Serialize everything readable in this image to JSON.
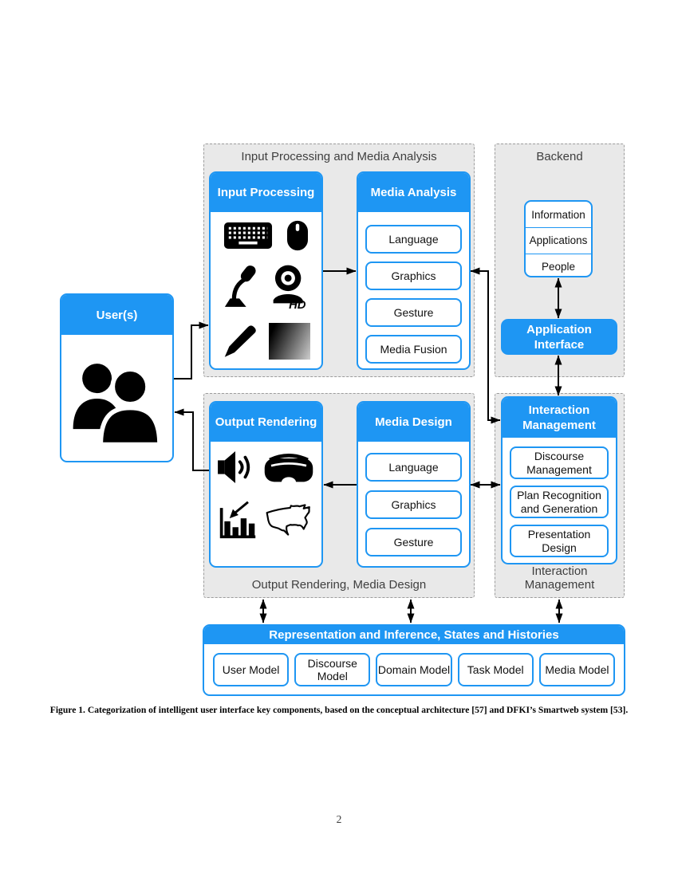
{
  "figure": {
    "caption": "Figure 1. Categorization of intelligent user interface key components, based on the conceptual architecture [57] and DFKI’s Smartweb system [53].",
    "page_number": "2"
  },
  "colors": {
    "accent_blue": "#1E96F3",
    "zone_fill": "#E9E9E9",
    "zone_border": "#9C9C9C",
    "arrow": "#000000"
  },
  "zones": {
    "input": {
      "title": "Input Processing and Media Analysis"
    },
    "backend": {
      "title": "Backend"
    },
    "output": {
      "title": "Output Rendering, Media Design"
    },
    "interaction": {
      "title": "Interaction Management"
    }
  },
  "user_card": {
    "title": "User(s)",
    "icon": "users-icon"
  },
  "input_processing": {
    "title": "Input Processing",
    "icons": [
      "keyboard-icon",
      "mouse-icon",
      "microphone-icon",
      "webcam-icon",
      "pen-icon",
      "gradient-swatch-icon"
    ],
    "webcam_badge": "HD"
  },
  "media_analysis": {
    "title": "Media Analysis",
    "items": [
      "Language",
      "Graphics",
      "Gesture",
      "Media Fusion"
    ]
  },
  "output_rendering": {
    "title": "Output Rendering",
    "icons": [
      "speaker-icon",
      "vr-headset-icon",
      "bar-chart-icon",
      "usa-map-icon"
    ]
  },
  "media_design": {
    "title": "Media Design",
    "items": [
      "Language",
      "Graphics",
      "Gesture"
    ]
  },
  "interaction_management": {
    "title": "Interaction Management",
    "items": [
      "Discourse Management",
      "Plan Recognition and Generation",
      "Presentation Design"
    ]
  },
  "backend_stack": {
    "items": [
      "Information",
      "Applications",
      "People"
    ]
  },
  "application_interface": {
    "title": "Application Interface"
  },
  "representation": {
    "title": "Representation and Inference, States and Histories",
    "items": [
      "User Model",
      "Discourse Model",
      "Domain Model",
      "Task Model",
      "Media Model"
    ]
  }
}
